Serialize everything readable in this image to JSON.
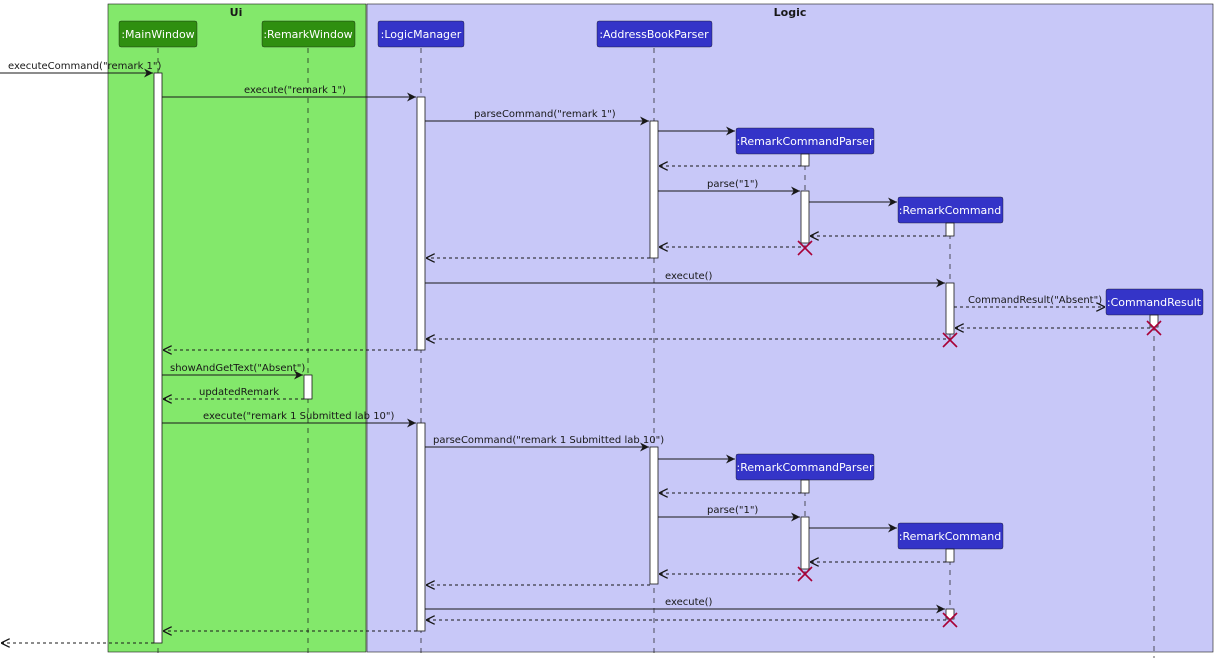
{
  "boxes": {
    "ui": {
      "title": "Ui",
      "fill": "#83e86b"
    },
    "logic": {
      "title": "Logic",
      "fill": "#c8c8f8"
    }
  },
  "participants": {
    "main_window": ":MainWindow",
    "remark_window": ":RemarkWindow",
    "logic_manager": ":LogicManager",
    "address_book_parser": ":AddressBookParser",
    "remark_command_parser": ":RemarkCommandParser",
    "remark_command": ":RemarkCommand",
    "command_result": ":CommandResult"
  },
  "colors": {
    "ui_participant": "#2f8f10",
    "logic_participant": "#3434c8",
    "destroy": "#a80036"
  },
  "messages": {
    "execute_command": "executeCommand(\"remark 1\")",
    "execute_remark_1": "execute(\"remark 1\")",
    "parse_command_1": "parseCommand(\"remark 1\")",
    "parse_1a": "parse(\"1\")",
    "execute_empty_1": "execute()",
    "command_result_absent": "CommandResult(\"Absent\")",
    "show_and_get_text": "showAndGetText(\"Absent\")",
    "updated_remark": "updatedRemark",
    "execute_remark_2": "execute(\"remark 1 Submitted lab 10\")",
    "parse_command_2": "parseCommand(\"remark 1 Submitted lab 10\")",
    "parse_1b": "parse(\"1\")",
    "execute_empty_2": "execute()"
  }
}
